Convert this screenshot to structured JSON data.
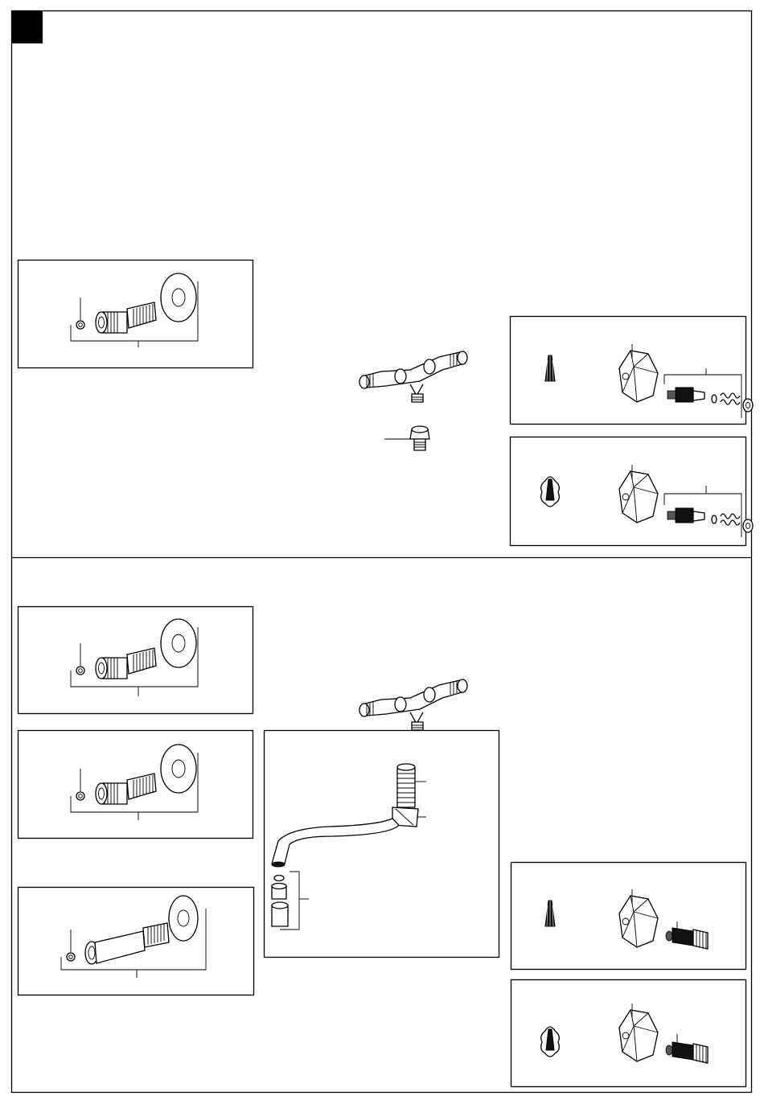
{
  "sheet": {
    "corner_marker": "black-square-marker",
    "sections": [
      {
        "id": "upper",
        "parts": [
          "wall-connector-set",
          "twin-pipe-body",
          "nipple-fitting",
          "handle-cartridge-set-a",
          "handle-cartridge-set-b"
        ]
      },
      {
        "id": "lower",
        "parts": [
          "wall-connector-set",
          "wall-connector-set",
          "long-wall-connector-set",
          "twin-pipe-body",
          "swivel-spout-set",
          "handle-cartridge-set-c",
          "handle-cartridge-set-d"
        ]
      }
    ]
  },
  "icons": {
    "marker": "black-square-icon",
    "connector": "wall-connector-icon",
    "handle": "tap-handle-icon",
    "cartridge": "valve-cartridge-icon",
    "spout": "swivel-spout-icon"
  }
}
